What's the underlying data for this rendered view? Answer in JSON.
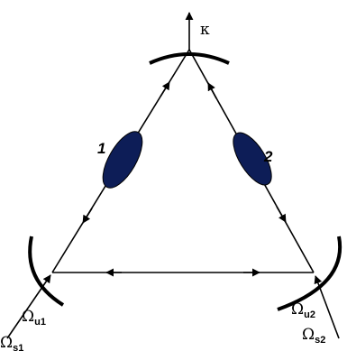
{
  "diagram": {
    "output_label": "κ",
    "atom_labels": [
      "1",
      "2"
    ],
    "mirror_left_labels": {
      "u_symbol": "Ω",
      "u_sub": "u1",
      "s_symbol": "Ω",
      "s_sub": "s1"
    },
    "mirror_right_labels": {
      "u_symbol": "Ω",
      "u_sub": "u2",
      "s_symbol": "Ω",
      "s_sub": "s2"
    },
    "colors": {
      "atom_fill": "#0d1d57",
      "line": "#000000"
    }
  }
}
